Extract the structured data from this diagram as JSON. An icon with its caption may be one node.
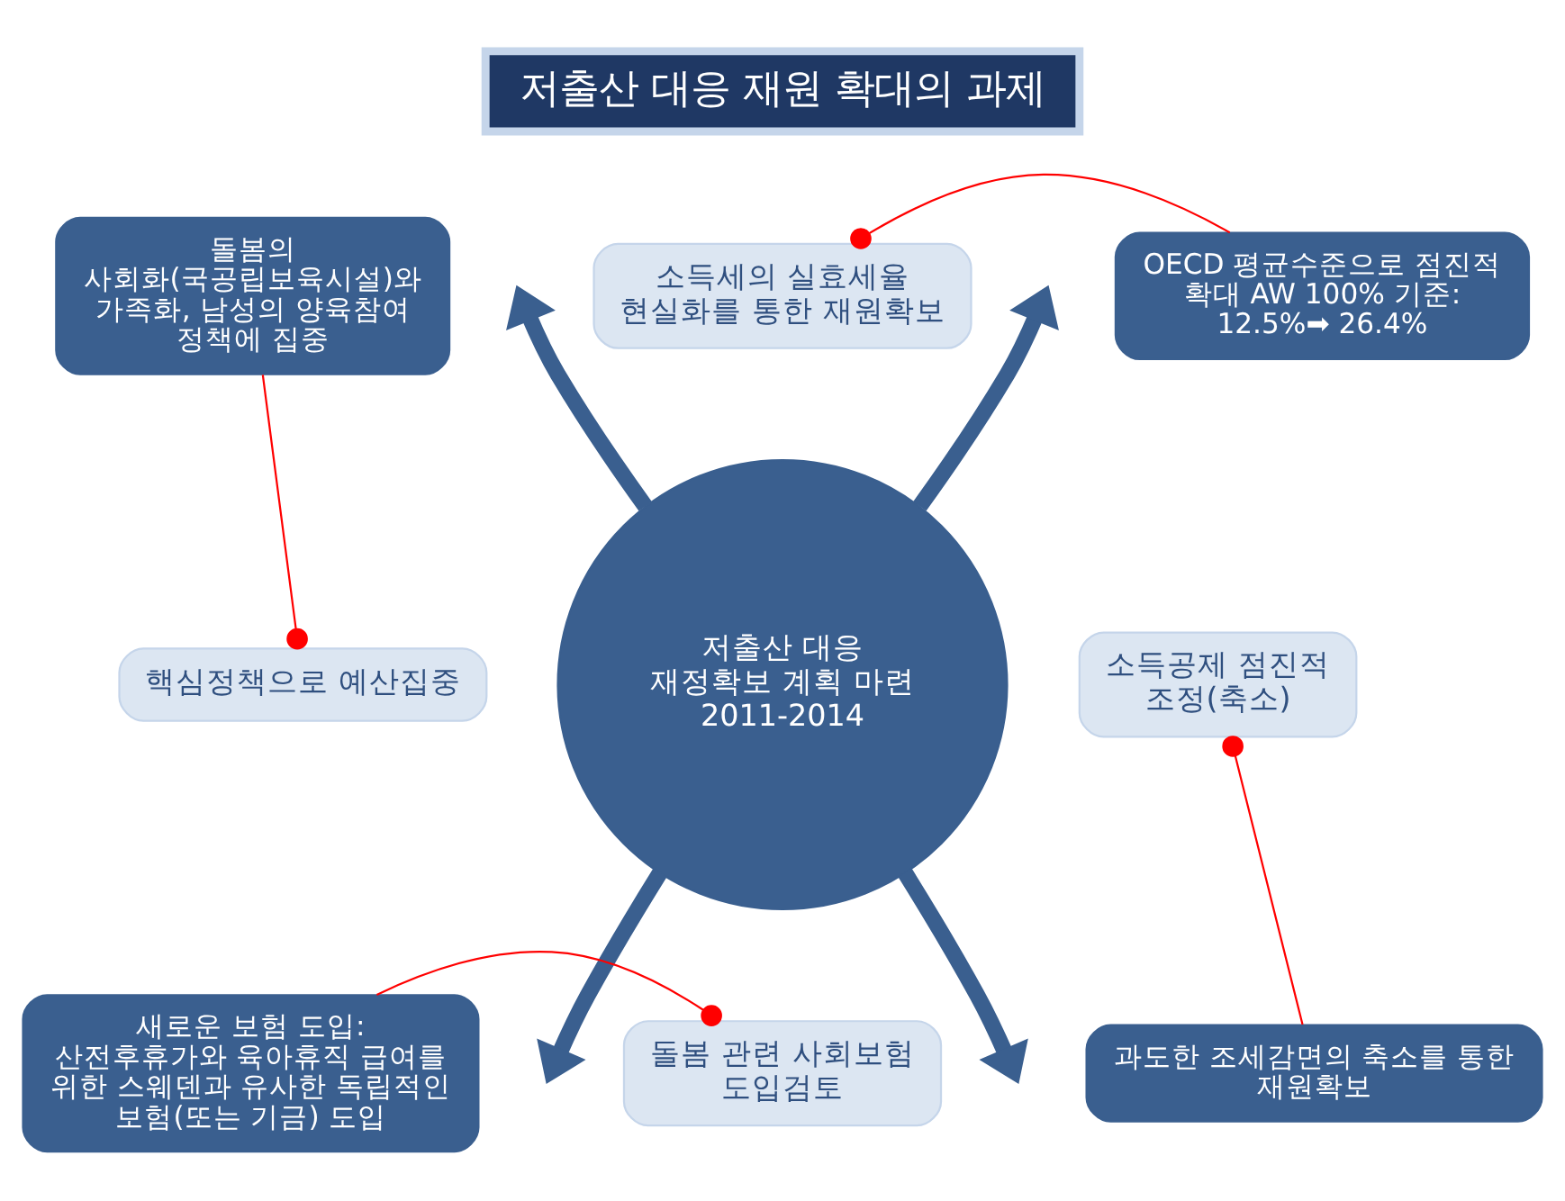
{
  "diagram": {
    "nodes": [
      {
        "text": [
          "저출산 대응 재원 확대의 과제"
        ]
      },
      {
        "text": [
          "돌봄의 사회화(국공립보육시설)와 가족화, 남성의 양육참여 정책에 집중"
        ]
      },
      {
        "text": [
          "소득세의 실효세율 현실화를 통한 재원확보"
        ]
      },
      {
        "text": [
          "OECD 평균수준으로 점진적 확대 AW 100% 기준: 12.5%➡ 26.4%"
        ]
      },
      {
        "text": [
          "핵심정책으로 예산집중"
        ]
      },
      {
        "text": [
          "저출산 대응 재정확보 계획 마련 2011-2014"
        ]
      },
      {
        "text": [
          "소득공제 점진적 조정(축소)"
        ]
      },
      {
        "text": [
          "새로운 보험 도입: 산전후휴가와 육아휴직 급여를 위한 스웨덴과 유사한 독립적인 보험(또는 기금) 도입"
        ]
      },
      {
        "text": [
          "돌봄 관련 사회보험 도입검토"
        ]
      },
      {
        "text": [
          "과도한 조세감면의 축소를 통한 재원확보"
        ]
      }
    ],
    "edges": [
      {
        "from": 5,
        "to": null,
        "arrow": "to",
        "style": "thick",
        "color": "#3a5f8f"
      },
      {
        "from": 5,
        "to": null,
        "arrow": "to",
        "style": "thick",
        "color": "#3a5f8f"
      },
      {
        "from": 5,
        "to": null,
        "arrow": "to",
        "style": "thick",
        "color": "#3a5f8f"
      },
      {
        "from": 5,
        "to": null,
        "arrow": "to",
        "style": "thick",
        "color": "#3a5f8f"
      },
      {
        "from": 3,
        "to": 2,
        "arrow": "other",
        "color": "#ff0000"
      },
      {
        "from": 1,
        "to": 4,
        "arrow": "other",
        "color": "#ff0000"
      },
      {
        "from": 9,
        "to": 6,
        "arrow": "other",
        "color": "#ff0000"
      },
      {
        "from": 7,
        "to": 8,
        "arrow": "other",
        "color": "#ff0000"
      }
    ]
  }
}
